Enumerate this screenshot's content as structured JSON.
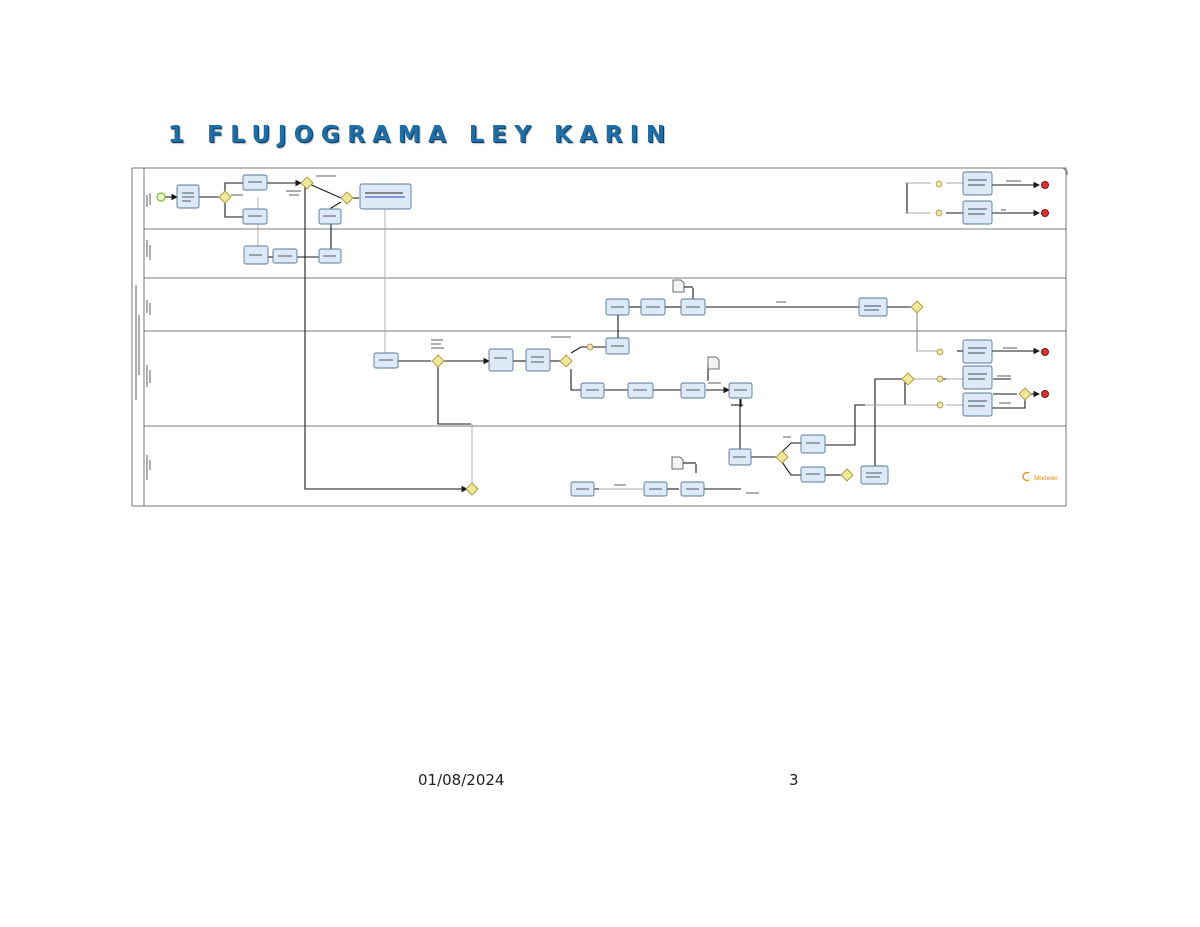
{
  "page": {
    "title": "1 FLUJOGRAMA LEY KARIN",
    "footer_date": "01/08/2024",
    "footer_page": "3"
  },
  "diagram": {
    "type": "bpmn-swimlane",
    "lanes": 5,
    "watermark": "Modeler",
    "colors": {
      "task_fill": "#dde9f6",
      "task_border": "#58789a",
      "gateway_fill": "#f2e79a",
      "start_event": "#8cc63f",
      "end_event": "#d9342b",
      "title": "#1f6ea6",
      "watermark": "#f08c1e"
    }
  }
}
